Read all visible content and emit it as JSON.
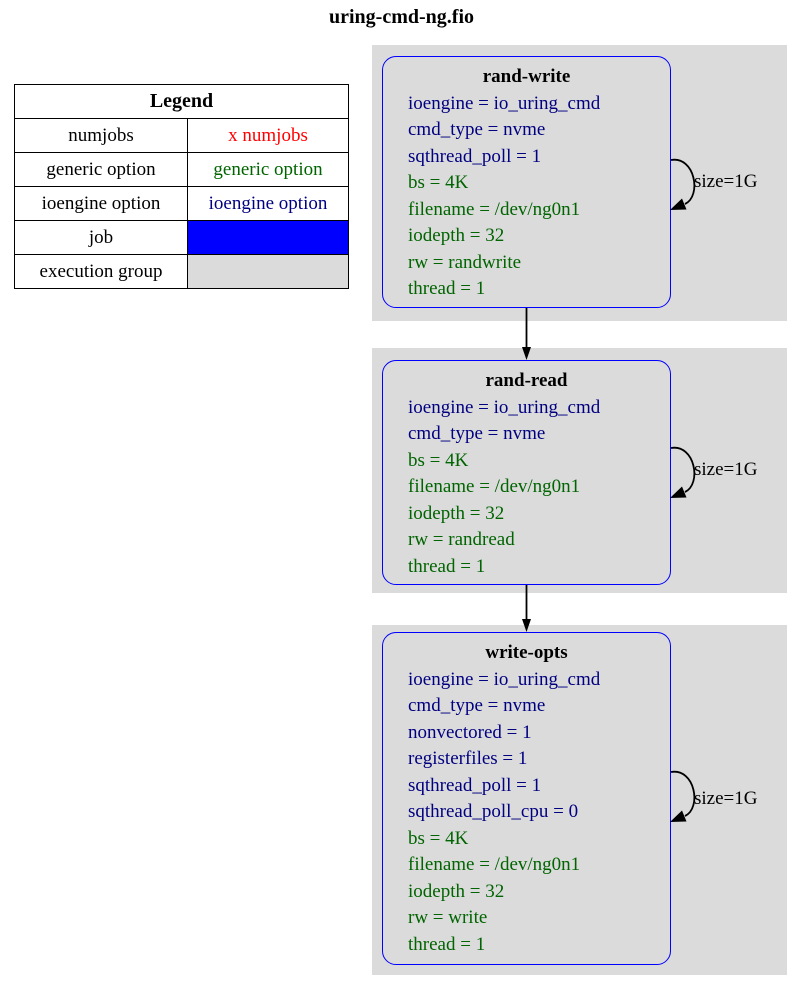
{
  "title": "uring-cmd-ng.fio",
  "legend": {
    "header": "Legend",
    "rows": [
      {
        "label": "numjobs",
        "sample": "x numjobs"
      },
      {
        "label": "generic option",
        "sample": "generic option"
      },
      {
        "label": "ioengine option",
        "sample": "ioengine option"
      },
      {
        "label": "job",
        "sample": ""
      },
      {
        "label": "execution group",
        "sample": ""
      }
    ]
  },
  "colors": {
    "numjobs_text": "#ff0000",
    "generic_option_text": "#006400",
    "ioengine_option_text": "#000080",
    "job_fill": "#0000ff",
    "execution_group_fill": "#dbdbdb",
    "node_border": "#0000ff"
  },
  "nodes": [
    {
      "name": "rand-write",
      "loop_label": "size=1G",
      "lines": [
        {
          "text": "ioengine = io_uring_cmd",
          "kind": "ioengine"
        },
        {
          "text": "cmd_type = nvme",
          "kind": "ioengine"
        },
        {
          "text": "sqthread_poll = 1",
          "kind": "ioengine"
        },
        {
          "text": "bs = 4K",
          "kind": "generic"
        },
        {
          "text": "filename = /dev/ng0n1",
          "kind": "generic"
        },
        {
          "text": "iodepth = 32",
          "kind": "generic"
        },
        {
          "text": "rw = randwrite",
          "kind": "generic"
        },
        {
          "text": "thread = 1",
          "kind": "generic"
        }
      ]
    },
    {
      "name": "rand-read",
      "loop_label": "size=1G",
      "lines": [
        {
          "text": "ioengine = io_uring_cmd",
          "kind": "ioengine"
        },
        {
          "text": "cmd_type = nvme",
          "kind": "ioengine"
        },
        {
          "text": "bs = 4K",
          "kind": "generic"
        },
        {
          "text": "filename = /dev/ng0n1",
          "kind": "generic"
        },
        {
          "text": "iodepth = 32",
          "kind": "generic"
        },
        {
          "text": "rw = randread",
          "kind": "generic"
        },
        {
          "text": "thread = 1",
          "kind": "generic"
        }
      ]
    },
    {
      "name": "write-opts",
      "loop_label": "size=1G",
      "lines": [
        {
          "text": "ioengine = io_uring_cmd",
          "kind": "ioengine"
        },
        {
          "text": "cmd_type = nvme",
          "kind": "ioengine"
        },
        {
          "text": "nonvectored = 1",
          "kind": "ioengine"
        },
        {
          "text": "registerfiles = 1",
          "kind": "ioengine"
        },
        {
          "text": "sqthread_poll = 1",
          "kind": "ioengine"
        },
        {
          "text": "sqthread_poll_cpu = 0",
          "kind": "ioengine"
        },
        {
          "text": "bs = 4K",
          "kind": "generic"
        },
        {
          "text": "filename = /dev/ng0n1",
          "kind": "generic"
        },
        {
          "text": "iodepth = 32",
          "kind": "generic"
        },
        {
          "text": "rw = write",
          "kind": "generic"
        },
        {
          "text": "thread = 1",
          "kind": "generic"
        }
      ]
    }
  ]
}
